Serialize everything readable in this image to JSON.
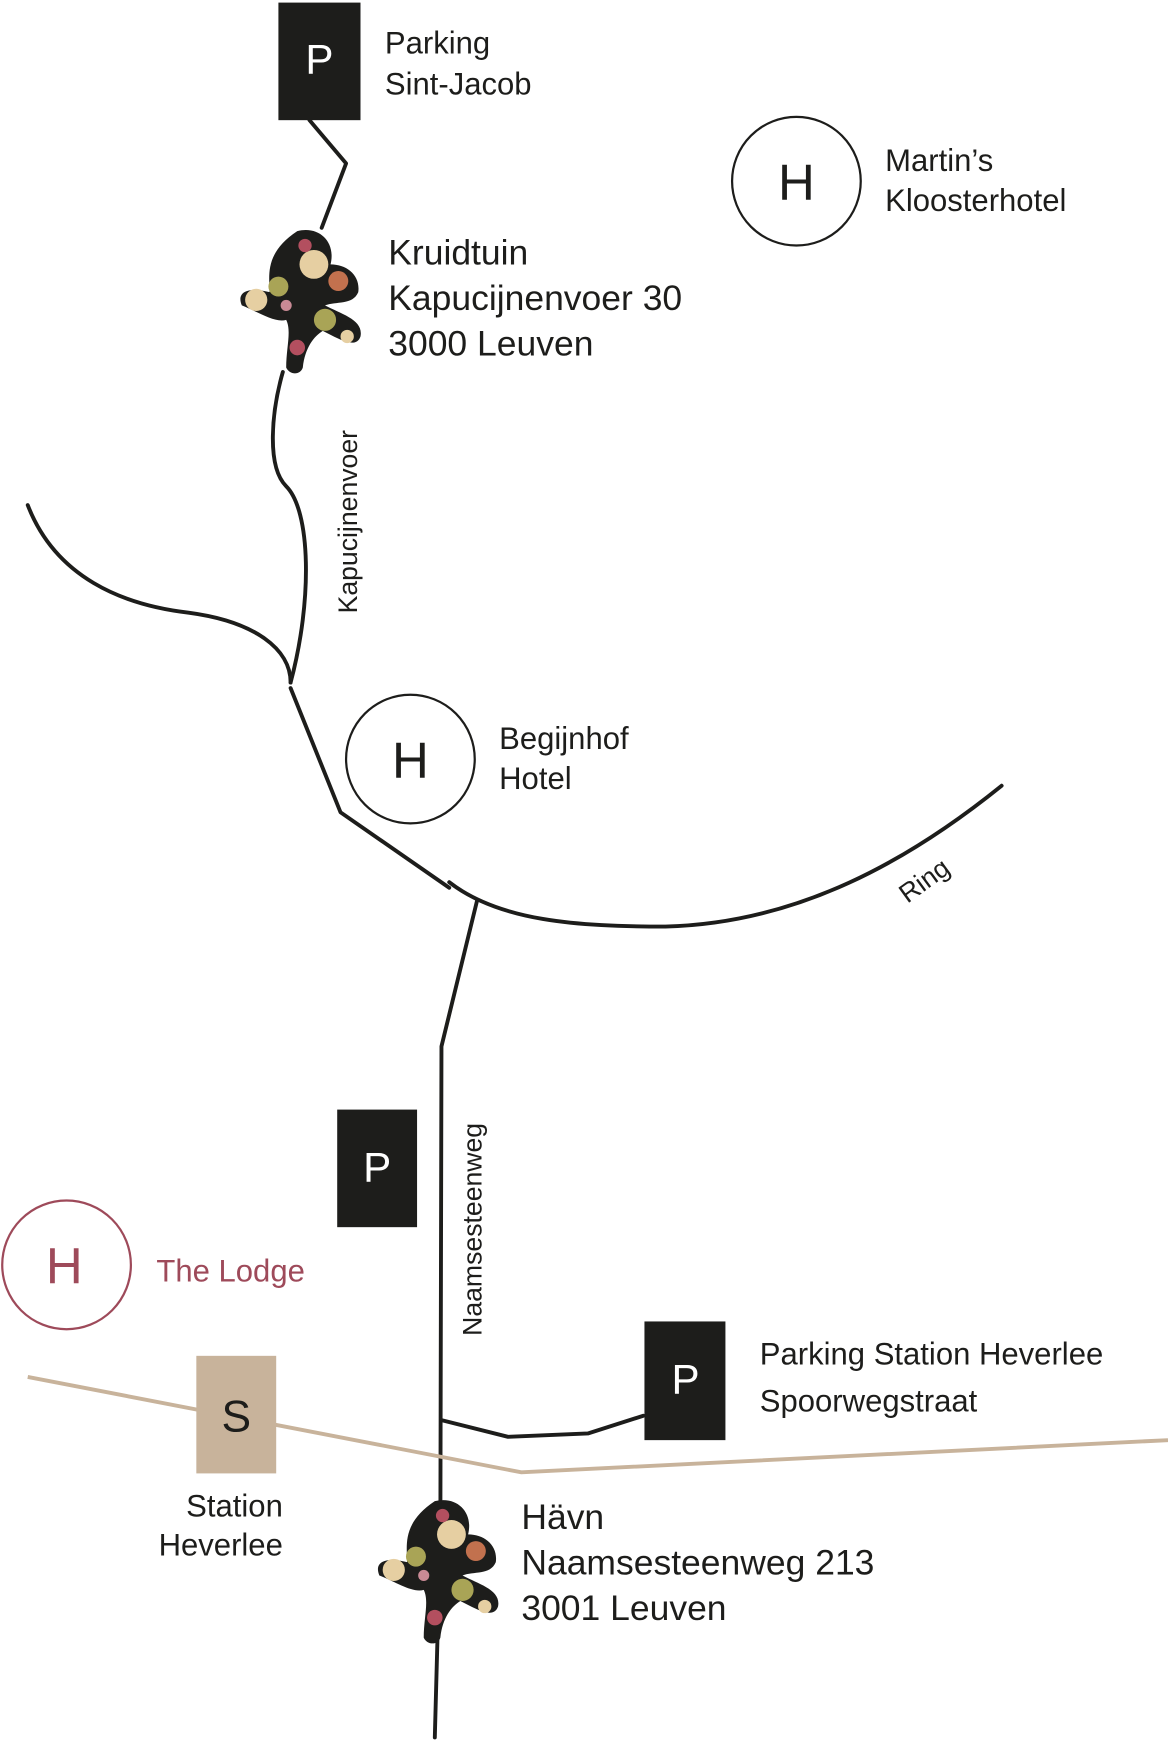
{
  "colors": {
    "ink": "#1d1d1b",
    "accent": "#9e4a5a",
    "rail": "#c8b39b"
  },
  "parking_symbol": "P",
  "hotel_symbol": "H",
  "station_symbol": "S",
  "places": {
    "parking_sint_jacob": [
      "Parking",
      "Sint-Jacob"
    ],
    "kruidtuin": [
      "Kruidtuin",
      "Kapucijnenvoer 30",
      "3000 Leuven"
    ],
    "martins": [
      "Martin’s",
      "Kloosterhotel"
    ],
    "begijnhof": [
      "Begijnhof",
      "Hotel"
    ],
    "the_lodge": "The Lodge",
    "parking_station": [
      "Parking Station Heverlee",
      "Spoorwegstraat"
    ],
    "station": [
      "Station",
      "Heverlee"
    ],
    "havn": [
      "Hävn",
      "Naamsesteenweg 213",
      "3001 Leuven"
    ]
  },
  "streets": {
    "kapucijnenvoer": "Kapucijnenvoer",
    "ring": "Ring",
    "naamsesteenweg": "Naamsesteenweg"
  }
}
